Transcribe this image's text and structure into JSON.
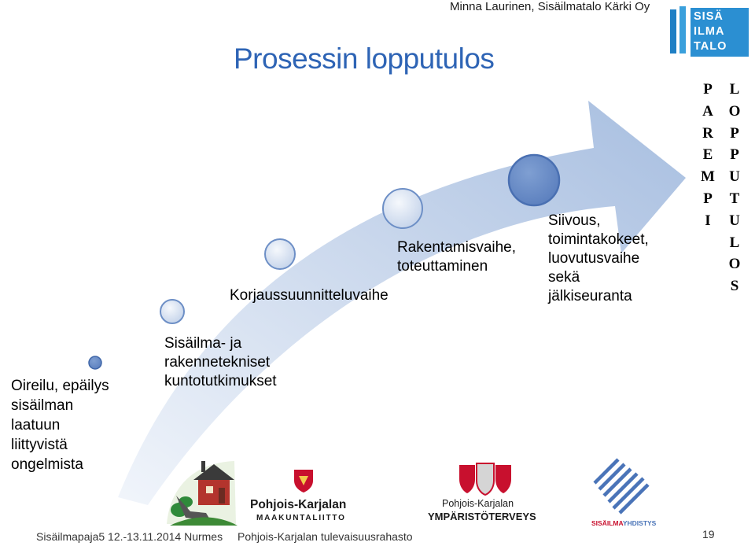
{
  "header": {
    "author": "Minna Laurinen, Sisäilmatalo Kärki Oy",
    "title": "Prosessin lopputulos"
  },
  "steps": [
    {
      "label": "Oireilu, epäilys\nsisäilman\nlaatuun\nliittyvistä\nongelmista"
    },
    {
      "label": "Sisäilma- ja\nrakennetekniset\nkuntotutkimukset"
    },
    {
      "label": "Korjaussuunnitteluvaihe"
    },
    {
      "label": "Rakentamisvaihe,\ntoteuttaminen"
    },
    {
      "label": "Siivous,\ntoimintakokeet,\nluovutusvaihe\nsekä\njälkiseuranta"
    }
  ],
  "vertical_words": {
    "parempi": [
      "P",
      "A",
      "R",
      "E",
      "M",
      "P",
      "I"
    ],
    "lopputulos": [
      "L",
      "O",
      "P",
      "P",
      "U",
      "T",
      "U",
      "L",
      "O",
      "S"
    ]
  },
  "logos": {
    "sisailmatalo": [
      "SISÄ",
      "ILMA",
      "TALO"
    ],
    "pohjois_karjalan_maakuntaliitto": {
      "line1": "Pohjois-Karjalan",
      "line2": "MAAKUNTALIITTO"
    },
    "ymparistoterveys": {
      "line1": "Pohjois-Karjalan",
      "line2": "YMPÄRISTÖTERVEYS"
    },
    "sisailmayhdistys": {
      "part1": "SISÄILMA",
      "part2": "YHDISTYS"
    }
  },
  "footer": {
    "left": "Sisäilmapaja5 12.-13.11.2014 Nurmes",
    "center": "Pohjois-Karjalan tulevaisuusrahasto",
    "page": "19"
  },
  "colors": {
    "title": "#2e64b5",
    "arrow_light": "#dde6f3",
    "arrow_dark": "#9db6dc",
    "dot_outline": "#4f78b8",
    "accent_red": "#c8102e"
  }
}
